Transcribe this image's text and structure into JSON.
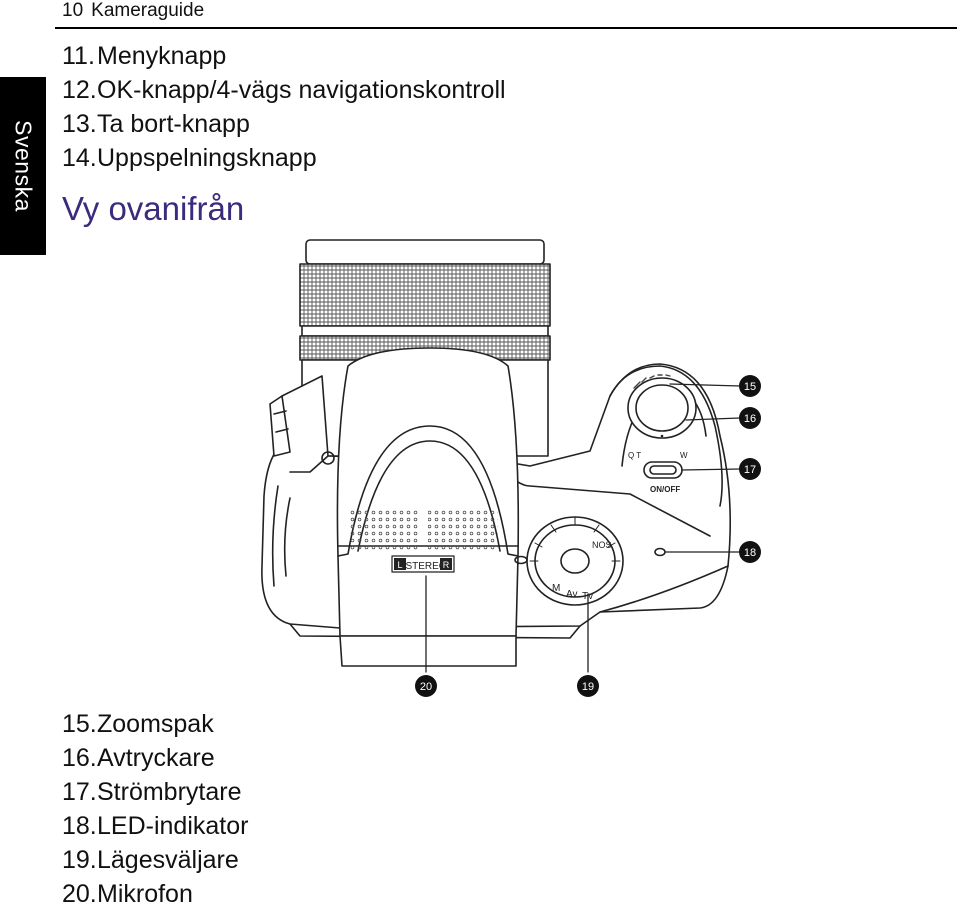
{
  "header": {
    "page_number": "10",
    "title": "Kameraguide"
  },
  "side_tab": {
    "label": "Svenska"
  },
  "list_top": [
    {
      "num": "11.",
      "text": "Menyknapp"
    },
    {
      "num": "12.",
      "text": "OK-knapp/4-vägs navigationskontroll"
    },
    {
      "num": "13.",
      "text": "Ta bort-knapp"
    },
    {
      "num": "14.",
      "text": "Uppspelningsknapp"
    }
  ],
  "section_title": "Vy ovanifrån",
  "figure": {
    "callouts": [
      "15",
      "16",
      "17",
      "18",
      "19",
      "20"
    ],
    "body_labels": {
      "zoom_t": "Q T",
      "zoom_w": "W",
      "power": "ON/OFF",
      "stereo_l": "L",
      "stereo": "STEREO",
      "stereo_r": "R"
    }
  },
  "list_bottom": [
    {
      "num": "15.",
      "text": "Zoomspak"
    },
    {
      "num": "16.",
      "text": "Avtryckare"
    },
    {
      "num": "17.",
      "text": "Strömbrytare"
    },
    {
      "num": "18.",
      "text": "LED-indikator"
    },
    {
      "num": "19.",
      "text": "Lägesväljare"
    },
    {
      "num": "20.",
      "text": "Mikrofon"
    }
  ]
}
